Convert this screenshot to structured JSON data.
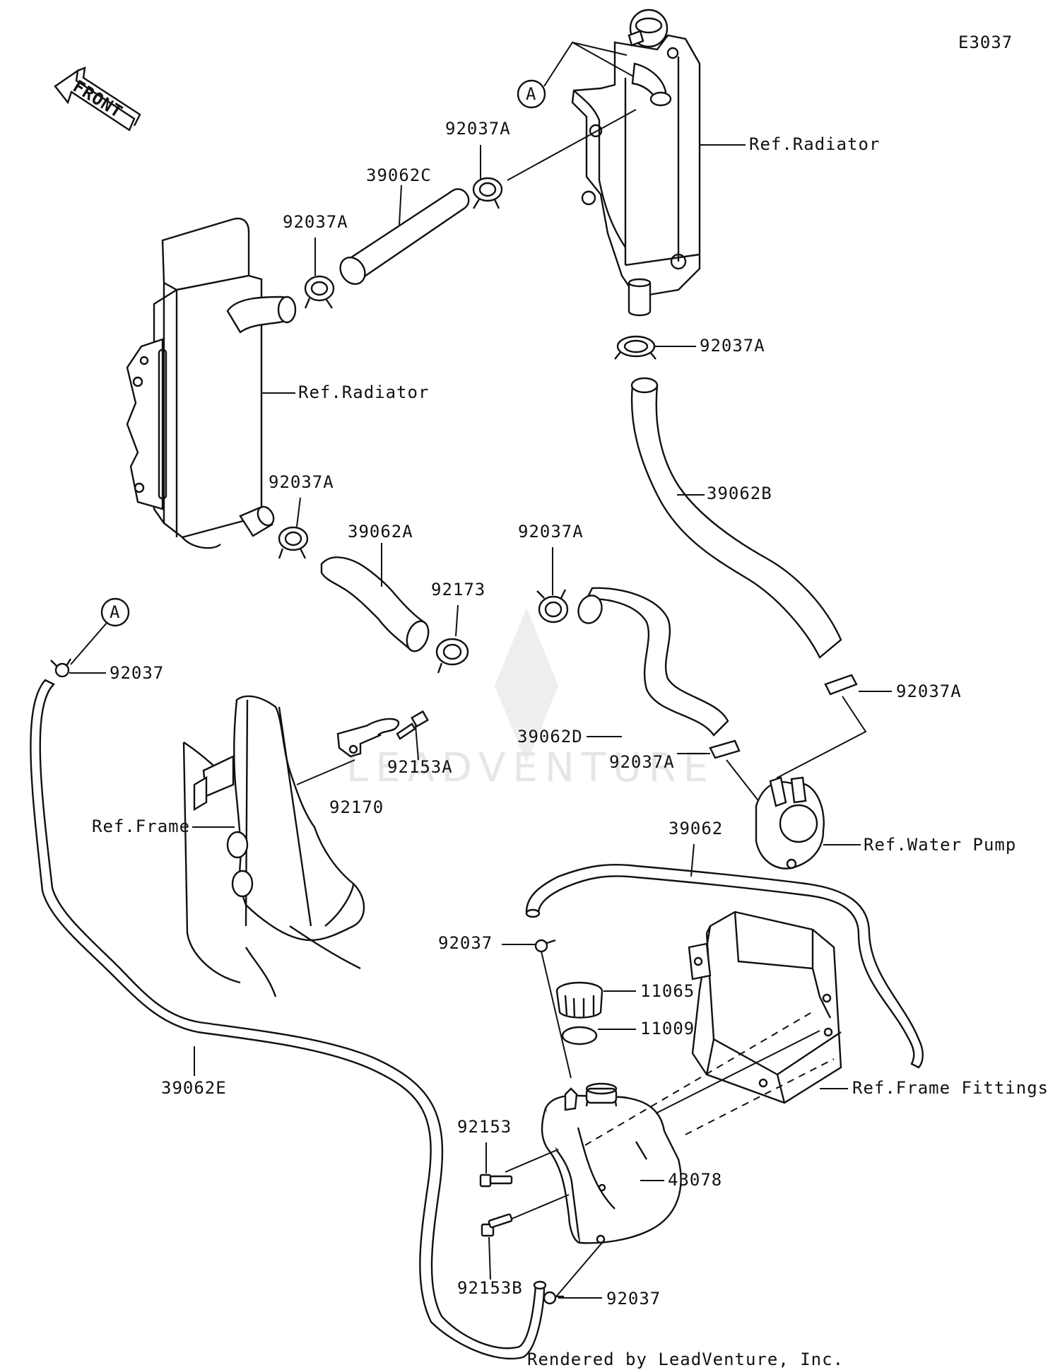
{
  "diagram_code": "E3037",
  "front_label": "FRONT",
  "watermark": "LEADVENTURE",
  "footer": "Rendered by LeadVenture, Inc.",
  "ref_marker": "A",
  "labels": {
    "ref_radiator_right": "Ref.Radiator",
    "ref_radiator_left": "Ref.Radiator",
    "ref_frame": "Ref.Frame",
    "ref_water_pump": "Ref.Water Pump",
    "ref_frame_fittings": "Ref.Frame Fittings",
    "p_92037A_1": "92037A",
    "p_92037A_2": "92037A",
    "p_92037A_3": "92037A",
    "p_92037A_4": "92037A",
    "p_92037A_5": "92037A",
    "p_92037A_6": "92037A",
    "p_92037A_7": "92037A",
    "p_39062C": "39062C",
    "p_39062B": "39062B",
    "p_39062A": "39062A",
    "p_39062D": "39062D",
    "p_39062E": "39062E",
    "p_39062": "39062",
    "p_92173": "92173",
    "p_92037_1": "92037",
    "p_92037_2": "92037",
    "p_92037_3": "92037",
    "p_92153A": "92153A",
    "p_92170": "92170",
    "p_11065": "11065",
    "p_11009": "11009",
    "p_92153": "92153",
    "p_92153B": "92153B",
    "p_43078": "43078"
  }
}
